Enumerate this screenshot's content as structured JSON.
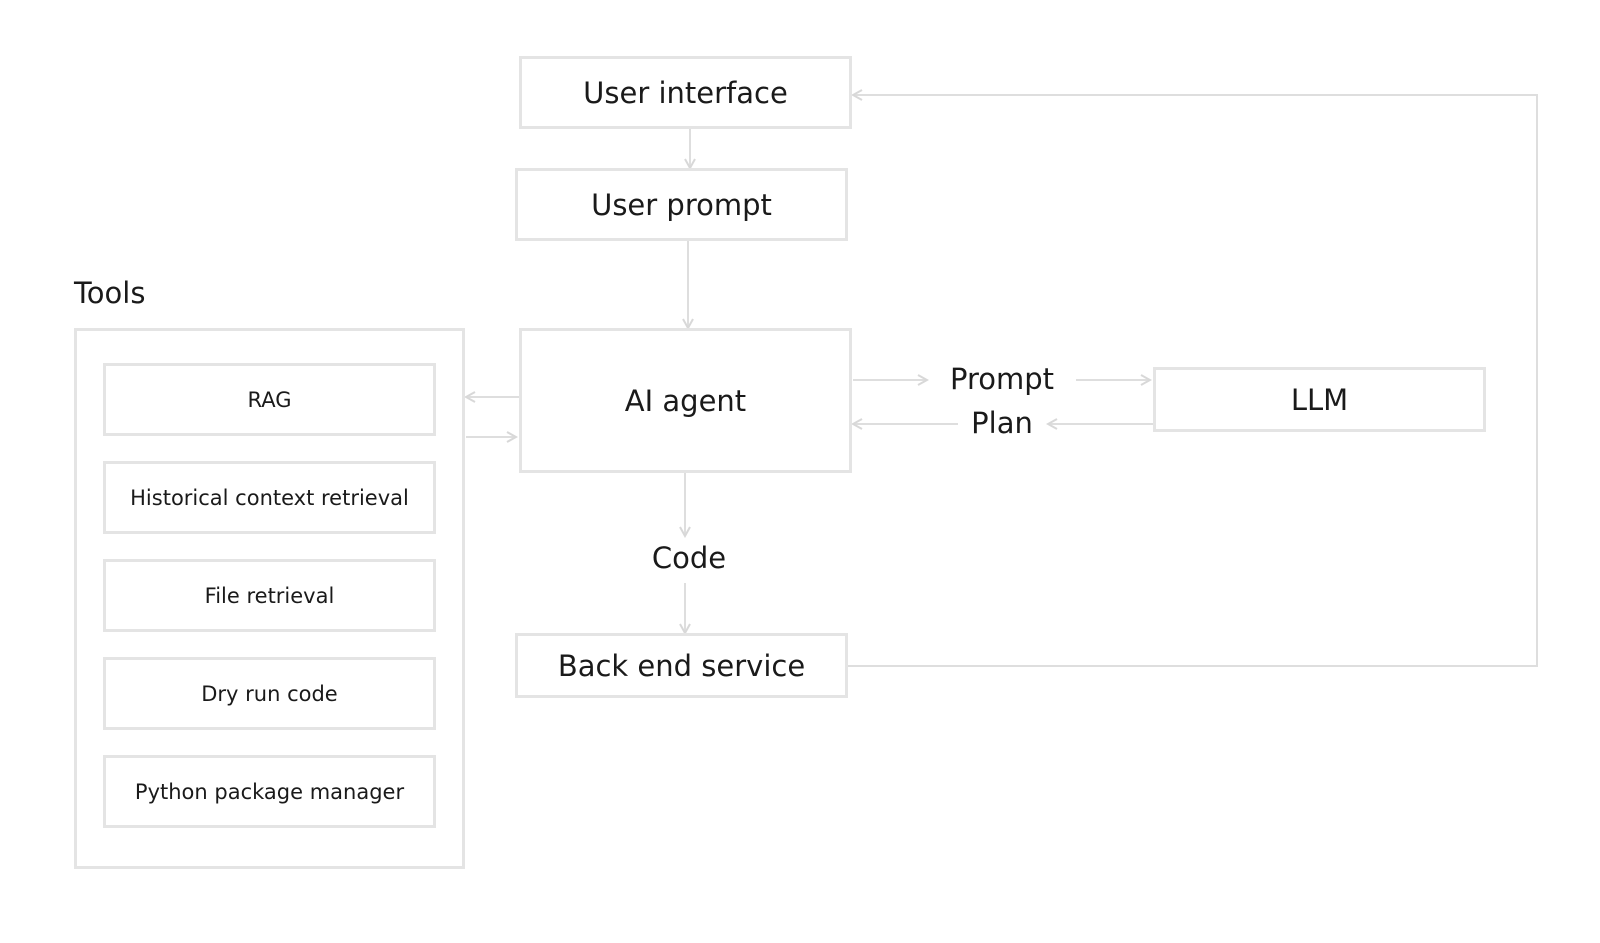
{
  "nodes": {
    "user_interface": "User interface",
    "user_prompt": "User prompt",
    "ai_agent": "AI agent",
    "llm": "LLM",
    "back_end_service": "Back end service"
  },
  "edge_labels": {
    "prompt": "Prompt",
    "plan": "Plan",
    "code": "Code"
  },
  "tools": {
    "title": "Tools",
    "items": [
      "RAG",
      "Historical context retrieval",
      "File retrieval",
      "Dry run code",
      "Python package manager"
    ]
  },
  "colors": {
    "border": "#e4e4e4",
    "arrow": "#dedede",
    "text": "#1a1a1a"
  }
}
